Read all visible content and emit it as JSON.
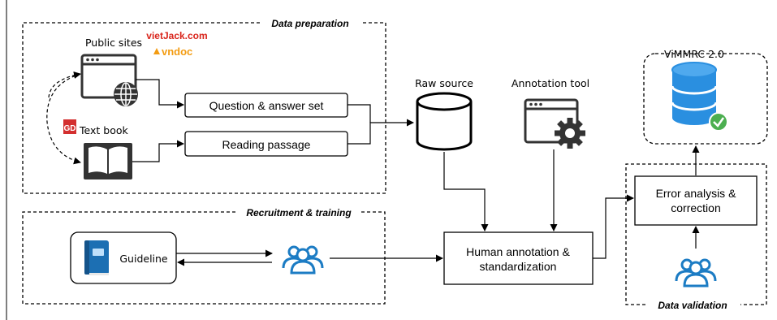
{
  "groups": {
    "data_preparation": "Data preparation",
    "recruitment_training": "Recruitment & training",
    "data_validation": "Data validation"
  },
  "sources": {
    "public_sites": "Public sites",
    "text_book": "Text book",
    "vietjack_logo": "vietJack.com",
    "vndoc_logo": "vndoc"
  },
  "boxes": {
    "qa_set": "Question & answer set",
    "reading_passage": "Reading passage",
    "human_annotation_line1": "Human annotation &",
    "human_annotation_line2": "standardization",
    "error_analysis_line1": "Error analysis &",
    "error_analysis_line2": "correction",
    "guideline": "Guideline"
  },
  "labels": {
    "raw_source": "Raw source",
    "annotation_tool": "Annotation tool",
    "vimmrc": "ViMMRC 2.0"
  },
  "icons": {
    "publisher_logo": "gd-logo-icon",
    "browser_globe": "browser-globe-icon",
    "open_book": "open-book-icon",
    "database": "database-icon",
    "annotation_tool": "browser-gear-icon",
    "dataset": "database-check-icon",
    "annotators": "team-icon",
    "validators": "team-icon",
    "guideline_book": "notebook-icon"
  },
  "colors": {
    "team_blue": "#1c7cc4",
    "db_blue": "#2a8fe0",
    "check_green": "#4caf50",
    "vietjack_red": "#d9251c",
    "vndoc_orange": "#f39c12",
    "gd_red": "#d32f2f"
  }
}
